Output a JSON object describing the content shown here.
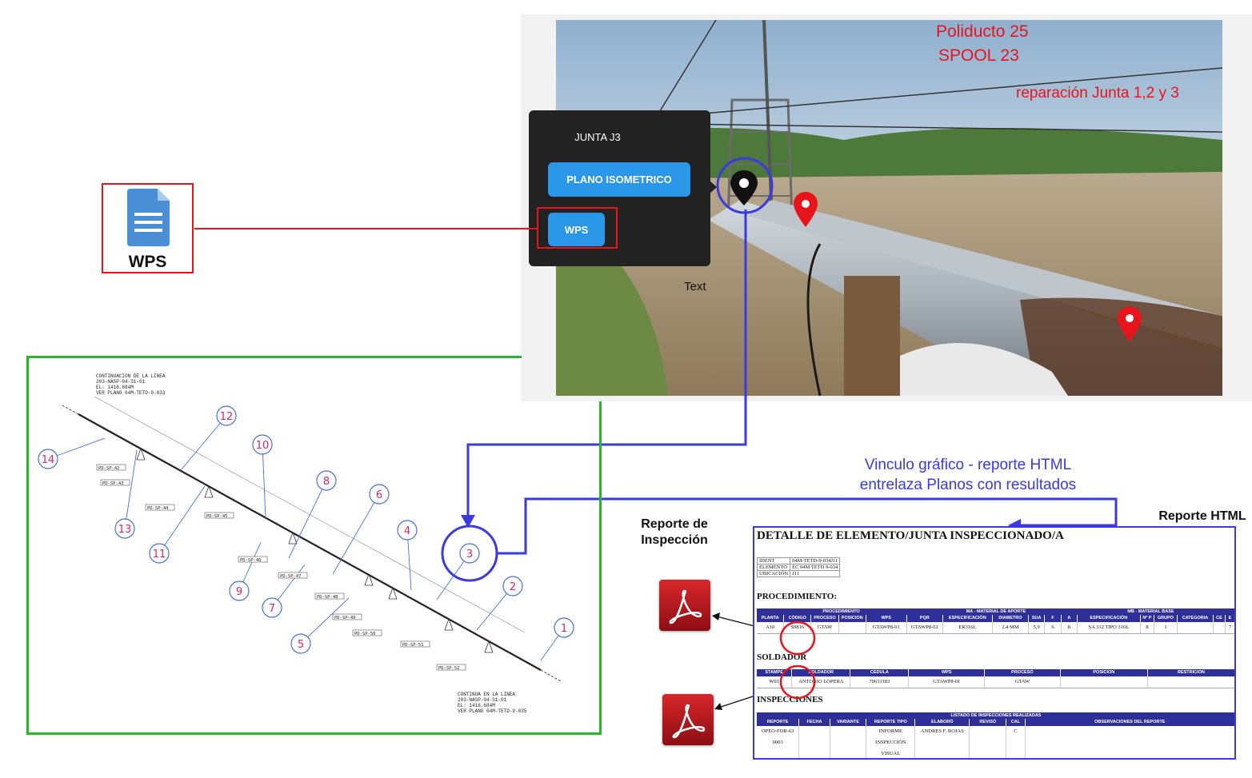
{
  "photo": {
    "caption_line1": "Poliducto 25",
    "caption_line2": "SPOOL 23",
    "caption_line3": "reparación Junta 1,2 y 3"
  },
  "popup": {
    "title": "JUNTA J3",
    "button_iso": "PLANO ISOMETRICO",
    "button_wps": "WPS"
  },
  "text_placeholder": "Text",
  "doc_icon": {
    "label": "WPS",
    "icon": "document-icon"
  },
  "iso": {
    "note_top": [
      "CONTINUACION DE LA LINEA",
      "203-NASP-04-S1-01",
      "EL: 1416.684M",
      "VER PLANO 04M-TETD-9-033"
    ],
    "note_bottom": [
      "CONTINUA EN LA LINEA",
      "203-NASP-04-S1-01",
      "EL: 1416.684M",
      "VER PLANO 04M-TETD-9-035"
    ],
    "markers": [
      "1",
      "2",
      "3",
      "4",
      "5",
      "6",
      "7",
      "8",
      "9",
      "10",
      "11",
      "12",
      "13",
      "14"
    ],
    "tags": [
      "PD-SP-42",
      "PD-SP-43",
      "PD-SP-44",
      "PD-SP-45",
      "PD-SP-46",
      "PD-SP-47",
      "PD-SP-48",
      "PD-SP-49",
      "PD-SP-50",
      "PD-SP-51",
      "PD-SP-52"
    ]
  },
  "link_caption": {
    "line1": "Vinculo gráfico - reporte HTML",
    "line2": "entrelaza Planos con resultados"
  },
  "report_label": "Reporte HTML",
  "inspection_label": {
    "line1": "Reporte de",
    "line2": "Inspección"
  },
  "report": {
    "title": "DETALLE DE ELEMENTO/JUNTA INSPECCIONADO/A",
    "ident_rows": [
      [
        "IDENT",
        "04M-TETD-9-034J11"
      ],
      [
        "ELEMENTO",
        "EC 04M TETD 9-034"
      ],
      [
        "UBICACIÓN",
        "J11"
      ]
    ],
    "procedimiento": "PROCEDIMIENTO:",
    "proc_groups": [
      "PROCEDIMIENTO",
      "MA - MATERIAL DE APORTE",
      "MB - MATERIAL BASE"
    ],
    "proc_cols": [
      "PLANTA",
      "CÓDIGO",
      "PROCESO",
      "POSICION",
      "WPS",
      "PQR",
      "ESPECIFICACIÓN",
      "DIAMETRO",
      "SUA",
      "F",
      "A",
      "ESPECIFICACIÓN",
      "Nº P",
      "GRUPO",
      "CATEGORIA",
      "CE",
      "E"
    ],
    "proc_row": [
      "A10",
      "S9816",
      "GTAW",
      "",
      "GTAWP8-01",
      "GTAWP8-02",
      "ER316L",
      "2.4 MM",
      "5,9",
      "6",
      "8",
      "SA 312 TIPO 316L",
      "8",
      "1",
      "",
      "",
      "7"
    ],
    "soldador": "SOLDADOR",
    "sold_cols": [
      "STAMPE",
      "SOLDADOR",
      "CEDULA",
      "WPS",
      "PROCESO",
      "POSICION",
      "RESTRICION"
    ],
    "sold_row": [
      "W01",
      "ANTONIO LOPERA",
      "70631183",
      "GTAWP8-01",
      "GTAW",
      "",
      ""
    ],
    "inspecciones": "INSPECCIONES",
    "insp_banner": "LISTADO DE INSPECCIONES REALIZADAS",
    "insp_cols": [
      "REPORTE NÚMERO",
      "FECHA",
      "VARIANTE",
      "REPORTE TIPO",
      "ELABORÓ",
      "REVISÓ",
      "CAL",
      "OBSERVACIONES DEL REPORTE"
    ],
    "insp_row": [
      "OPEO-FOR-63 0003",
      "",
      "",
      "INFORME INSPECCIÓN VISUAL",
      "ANDRES F. ROJAS",
      "",
      "C",
      ""
    ]
  },
  "colors": {
    "red": "#e8141c",
    "blue": "#3a3ae0",
    "green": "#22bb22",
    "button": "#2a97e8",
    "popup": "#222222"
  }
}
